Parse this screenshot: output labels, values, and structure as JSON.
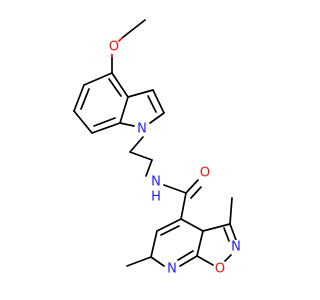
{
  "molecule": {
    "atoms": {
      "o_methoxy": {
        "label": "O",
        "color": "#ff0d0d"
      },
      "n_indole": {
        "label": "N",
        "color": "#1f1fff"
      },
      "n_amide": {
        "label": "N",
        "color": "#1f1fff"
      },
      "h_amide": {
        "label": "H",
        "color": "#1f1fff"
      },
      "o_carbonyl": {
        "label": "O",
        "color": "#ff0d0d"
      },
      "n_isoxazole": {
        "label": "N",
        "color": "#1f1fff"
      },
      "o_isoxazole": {
        "label": "O",
        "color": "#ff0d0d"
      },
      "n_pyridine": {
        "label": "N",
        "color": "#1f1fff"
      }
    }
  }
}
